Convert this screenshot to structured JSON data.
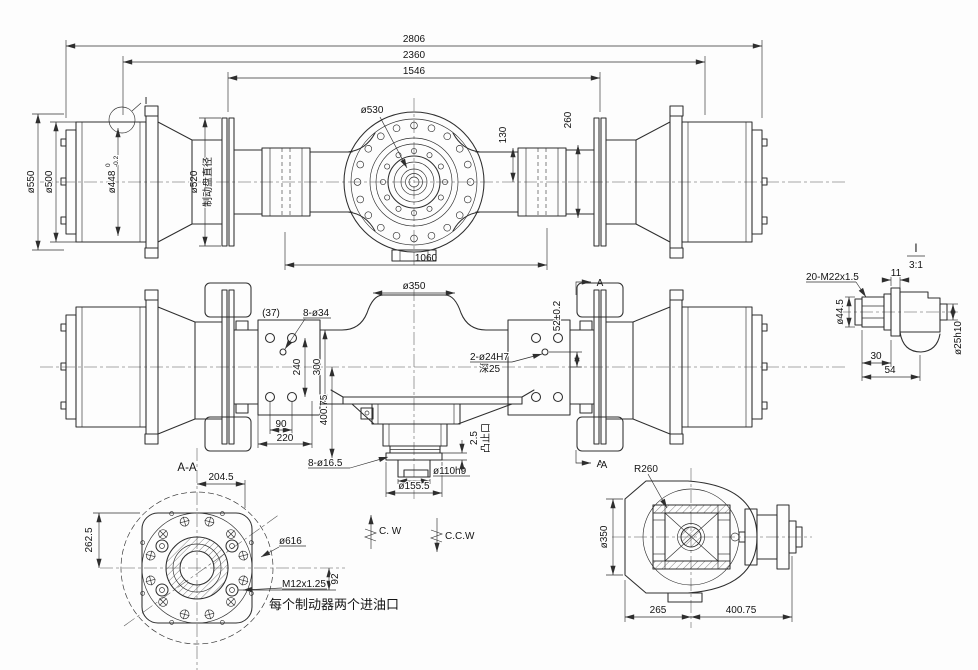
{
  "front_view": {
    "dim_2806": "2806",
    "dim_2360": "2360",
    "dim_1546": "1546",
    "dim_1060": "1060",
    "dia_550": "ø550",
    "dia_500": "ø500",
    "dia_448": "ø448",
    "dia_448_tol_upper": "0",
    "dia_448_tol_lower": "-0.2",
    "dia_520": "ø520",
    "brake_disc_dia_label": "制动盘直径",
    "dia_530": "ø530",
    "dim_130": "130",
    "dim_260": "260",
    "detail_mark": "I"
  },
  "plan_view": {
    "dim_37": "(37)",
    "holes_8x34": "8-ø34",
    "dia_350": "ø350",
    "dim_240": "240",
    "dim_300": "300",
    "dim_90": "90",
    "dim_220": "220",
    "dim_400_75": "400.75",
    "dim_52": "52±0.2",
    "holes_2x24": "2-ø24H7",
    "depth_25": "深25",
    "holes_8x16_5": "8-ø16.5",
    "dia_110": "ø110h9",
    "dia_155_5": "ø155.5",
    "dim_2_5": "2.5",
    "spigot_label": "凸止口",
    "section_label_top": "A",
    "section_label_bottom": "A"
  },
  "section_aa": {
    "title": "A-A",
    "dim_204_5": "204.5",
    "dim_262_5": "262.5",
    "dia_616": "ø616",
    "dim_92": "92",
    "thread_m12": "M12x1.25",
    "note": "每个制动器两个进油口"
  },
  "rotation_marks": {
    "cw": "C. W",
    "ccw": "C.C.W"
  },
  "detail_view": {
    "title": "I",
    "scale": "3:1",
    "thread": "20-M22x1.5",
    "dim_11": "11",
    "dia_44_5": "ø44.5",
    "dia_25": "ø25h10",
    "dim_30": "30",
    "dim_54": "54"
  },
  "side_view": {
    "view_label": "A",
    "radius_r260": "R260",
    "dia_350": "ø350",
    "dim_265": "265",
    "dim_400_75": "400.75"
  },
  "colors": {
    "line": "#2e2e2e",
    "background": "#ffffff"
  }
}
